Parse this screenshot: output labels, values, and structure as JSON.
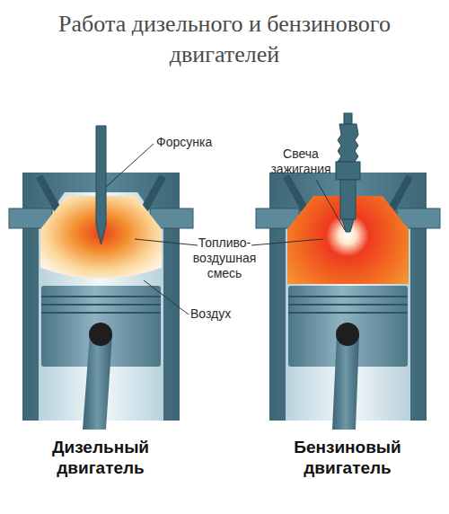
{
  "diagram": {
    "title": "Работа дизельного и бензинового двигателей",
    "labels": [
      "Форсунка",
      "Свеча зажигания",
      "Топливо- воздушная смесь",
      "Воздух",
      "Дизельный двигатель",
      "Бензиновый двигатель"
    ]
  }
}
